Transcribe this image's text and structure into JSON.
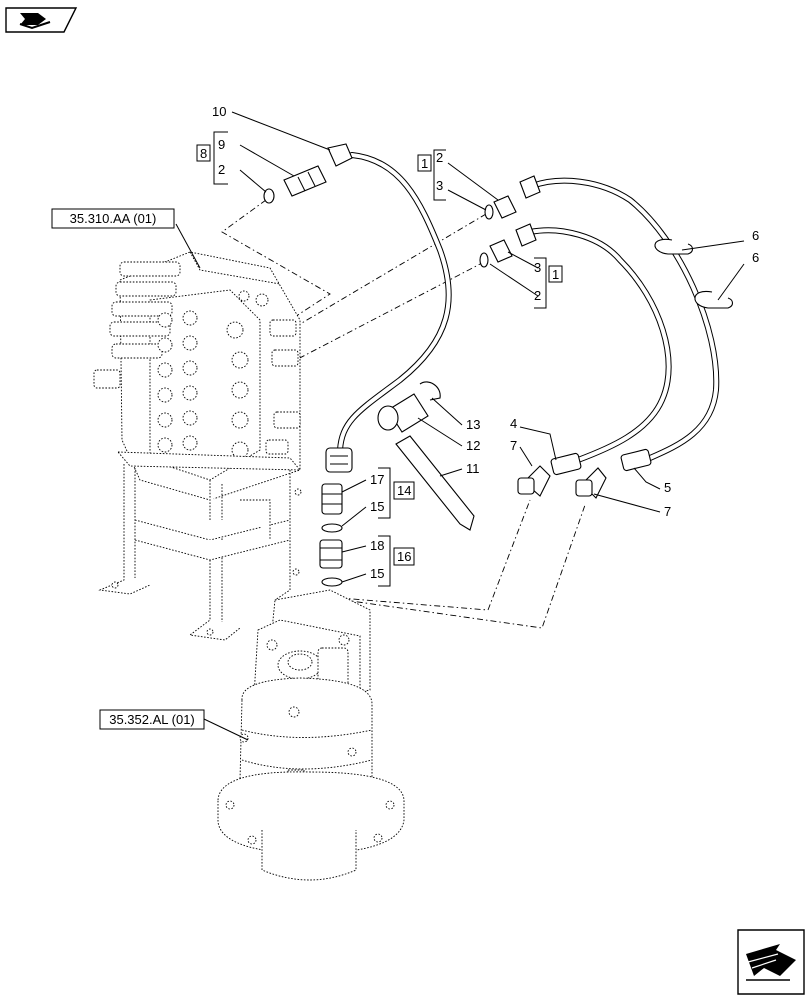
{
  "nav": {
    "back_icon": "arrow-back-icon",
    "next_icon": "arrow-next-icon"
  },
  "refs": {
    "valve": "35.310.AA (01)",
    "motor": "35.352.AL (01)"
  },
  "callouts": {
    "p10": "10",
    "p9": "9",
    "p2a": "2",
    "p8": "8",
    "p1a": "1",
    "p2b": "2",
    "p3a": "3",
    "p3b": "3",
    "p1b": "1",
    "p2c": "2",
    "p6a": "6",
    "p6b": "6",
    "p13": "13",
    "p12": "12",
    "p11": "11",
    "p4": "4",
    "p7a": "7",
    "p5": "5",
    "p7b": "7",
    "p17": "17",
    "p14": "14",
    "p15a": "15",
    "p18": "18",
    "p16": "16",
    "p15b": "15"
  }
}
